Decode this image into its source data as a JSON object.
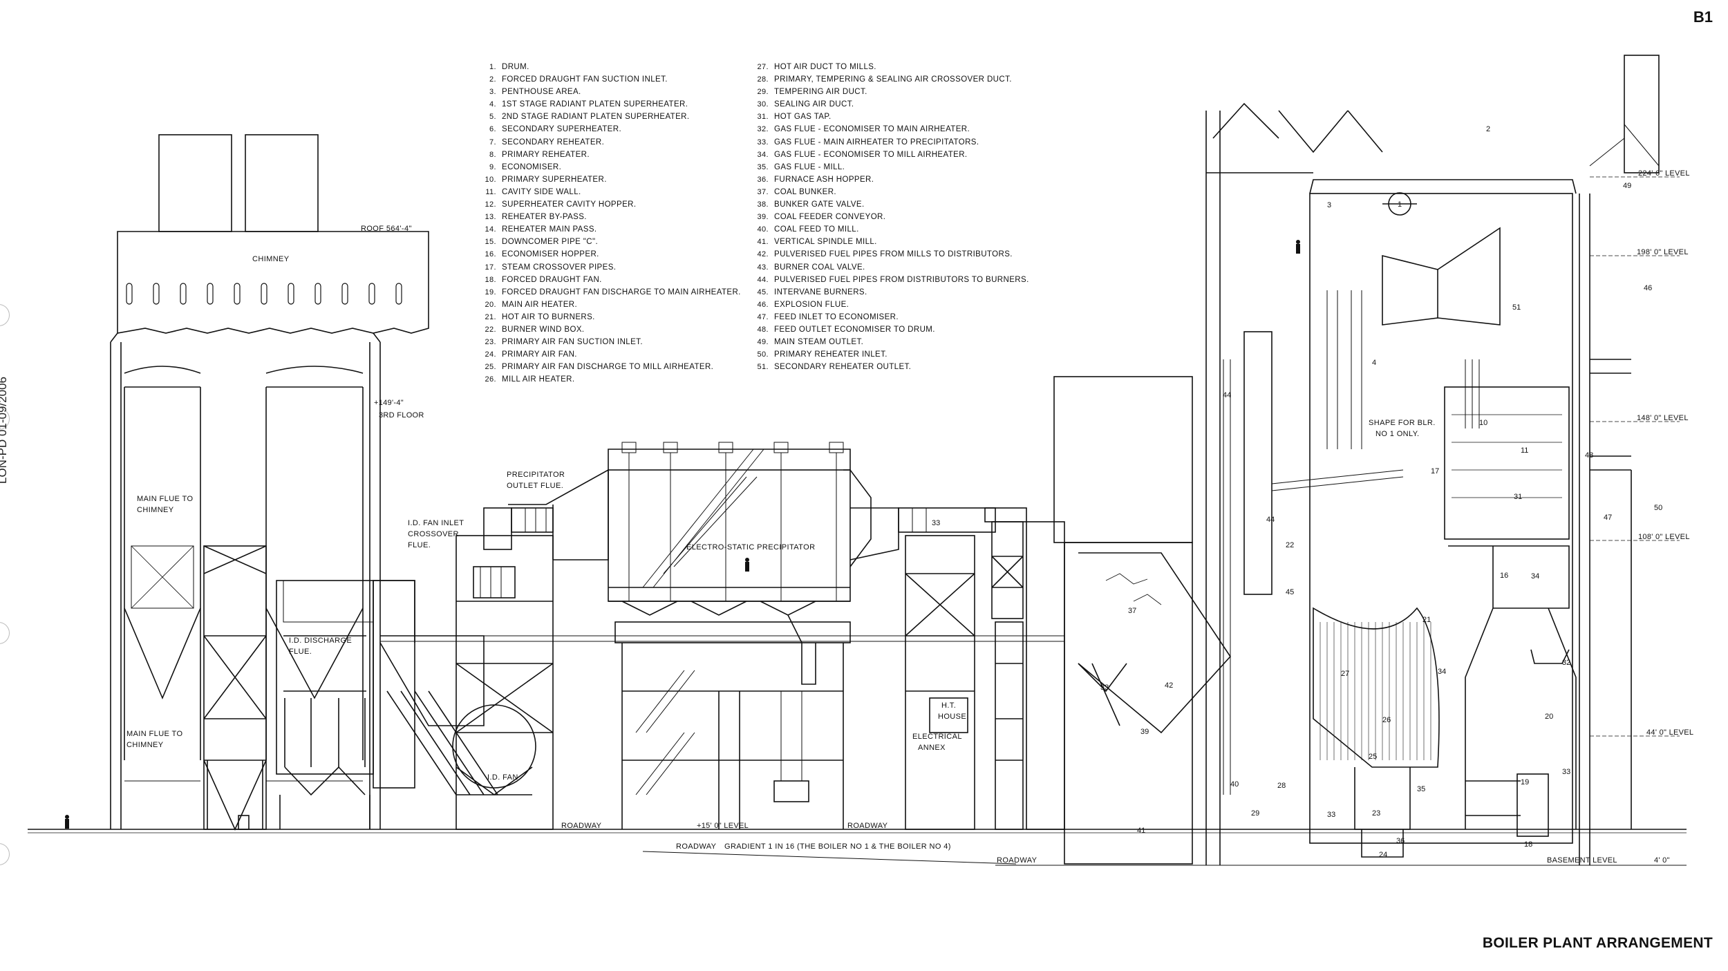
{
  "sheet": {
    "code": "B1",
    "title": "BOILER PLANT ARRANGEMENT",
    "side_note": "LON-PD 01-09/2006"
  },
  "legend": [
    {
      "n": "1.",
      "t": "DRUM."
    },
    {
      "n": "2.",
      "t": "FORCED DRAUGHT FAN SUCTION INLET."
    },
    {
      "n": "3.",
      "t": "PENTHOUSE AREA."
    },
    {
      "n": "4.",
      "t": "1ST STAGE RADIANT PLATEN SUPERHEATER."
    },
    {
      "n": "5.",
      "t": "2ND STAGE RADIANT PLATEN SUPERHEATER."
    },
    {
      "n": "6.",
      "t": "SECONDARY SUPERHEATER."
    },
    {
      "n": "7.",
      "t": "SECONDARY REHEATER."
    },
    {
      "n": "8.",
      "t": "PRIMARY REHEATER."
    },
    {
      "n": "9.",
      "t": "ECONOMISER."
    },
    {
      "n": "10.",
      "t": "PRIMARY SUPERHEATER."
    },
    {
      "n": "11.",
      "t": "CAVITY SIDE WALL."
    },
    {
      "n": "12.",
      "t": "SUPERHEATER CAVITY HOPPER."
    },
    {
      "n": "13.",
      "t": "REHEATER BY-PASS."
    },
    {
      "n": "14.",
      "t": "REHEATER MAIN PASS."
    },
    {
      "n": "15.",
      "t": "DOWNCOMER PIPE \"C\"."
    },
    {
      "n": "16.",
      "t": "ECONOMISER HOPPER."
    },
    {
      "n": "17.",
      "t": "STEAM CROSSOVER PIPES."
    },
    {
      "n": "18.",
      "t": "FORCED DRAUGHT FAN."
    },
    {
      "n": "19.",
      "t": "FORCED DRAUGHT FAN DISCHARGE TO MAIN AIRHEATER."
    },
    {
      "n": "20.",
      "t": "MAIN AIR HEATER."
    },
    {
      "n": "21.",
      "t": "HOT AIR TO BURNERS."
    },
    {
      "n": "22.",
      "t": "BURNER WIND BOX."
    },
    {
      "n": "23.",
      "t": "PRIMARY AIR FAN SUCTION INLET."
    },
    {
      "n": "24.",
      "t": "PRIMARY AIR FAN."
    },
    {
      "n": "25.",
      "t": "PRIMARY AIR FAN DISCHARGE TO MILL AIRHEATER."
    },
    {
      "n": "26.",
      "t": "MILL AIR HEATER."
    },
    {
      "n": "27.",
      "t": "HOT AIR DUCT TO MILLS."
    },
    {
      "n": "28.",
      "t": "PRIMARY, TEMPERING & SEALING AIR CROSSOVER DUCT."
    },
    {
      "n": "29.",
      "t": "TEMPERING AIR DUCT."
    },
    {
      "n": "30.",
      "t": "SEALING AIR DUCT."
    },
    {
      "n": "31.",
      "t": "HOT GAS TAP."
    },
    {
      "n": "32.",
      "t": "GAS FLUE - ECONOMISER TO MAIN AIRHEATER."
    },
    {
      "n": "33.",
      "t": "GAS FLUE - MAIN AIRHEATER TO PRECIPITATORS."
    },
    {
      "n": "34.",
      "t": "GAS FLUE - ECONOMISER TO MILL AIRHEATER."
    },
    {
      "n": "35.",
      "t": "GAS FLUE - MILL."
    },
    {
      "n": "36.",
      "t": "FURNACE ASH HOPPER."
    },
    {
      "n": "37.",
      "t": "COAL BUNKER."
    },
    {
      "n": "38.",
      "t": "BUNKER GATE VALVE."
    },
    {
      "n": "39.",
      "t": "COAL FEEDER CONVEYOR."
    },
    {
      "n": "40.",
      "t": "COAL FEED TO MILL."
    },
    {
      "n": "41.",
      "t": "VERTICAL SPINDLE MILL."
    },
    {
      "n": "42.",
      "t": "PULVERISED FUEL PIPES FROM MILLS TO DISTRIBUTORS."
    },
    {
      "n": "43.",
      "t": "BURNER COAL VALVE."
    },
    {
      "n": "44.",
      "t": "PULVERISED FUEL PIPES FROM DISTRIBUTORS TO BURNERS."
    },
    {
      "n": "45.",
      "t": "INTERVANE BURNERS."
    },
    {
      "n": "46.",
      "t": "EXPLOSION FLUE."
    },
    {
      "n": "47.",
      "t": "FEED INLET TO ECONOMISER."
    },
    {
      "n": "48.",
      "t": "FEED OUTLET ECONOMISER TO DRUM."
    },
    {
      "n": "49.",
      "t": "MAIN STEAM OUTLET."
    },
    {
      "n": "50.",
      "t": "PRIMARY REHEATER INLET."
    },
    {
      "n": "51.",
      "t": "SECONDARY REHEATER OUTLET."
    }
  ],
  "labels": {
    "roof": "ROOF 564'-4\"",
    "chimney": "CHIMNEY",
    "floor_level": "+149'-4\"",
    "third_floor": "3RD FLOOR",
    "main_flue_to_chimney_upper_1": "MAIN FLUE TO",
    "main_flue_to_chimney_upper_2": "CHIMNEY",
    "main_flue_to_chimney_lower_1": "MAIN FLUE TO",
    "main_flue_to_chimney_lower_2": "CHIMNEY",
    "id_discharge_1": "I.D. DISCHARGE",
    "id_discharge_2": "FLUE.",
    "id_fan_inlet_1": "I.D. FAN INLET",
    "id_fan_inlet_2": "CROSSOVER",
    "id_fan_inlet_3": "FLUE.",
    "precipitator_outlet_1": "PRECIPITATOR",
    "precipitator_outlet_2": "OUTLET FLUE.",
    "esp": "ELECTRO-STATIC PRECIPITATOR",
    "id_fan": "I.D. FAN",
    "ht_house_1": "H.T.",
    "ht_house_2": "HOUSE",
    "electrical_1": "ELECTRICAL",
    "electrical_2": "ANNEX",
    "roadway_1": "ROADWAY",
    "roadway_2": "ROADWAY",
    "roadway_3": "ROADWAY",
    "roadway_4": "ROADWAY",
    "level_15": "+15' 0\" LEVEL",
    "gradient": "GRADIENT 1 IN 16 (the boiler no 1 & the boiler no 4)",
    "shape_note_1": "SHAPE FOR BLR.",
    "shape_note_2": "NO 1 ONLY.",
    "level_224": "224' 6\" LEVEL",
    "level_198": "198' 0\" LEVEL",
    "level_148": "148' 0\" LEVEL",
    "level_108": "108' 0\" LEVEL",
    "level_44": "44' 0\" LEVEL",
    "basement": "BASEMENT LEVEL",
    "basement_val": "4' 0\""
  }
}
